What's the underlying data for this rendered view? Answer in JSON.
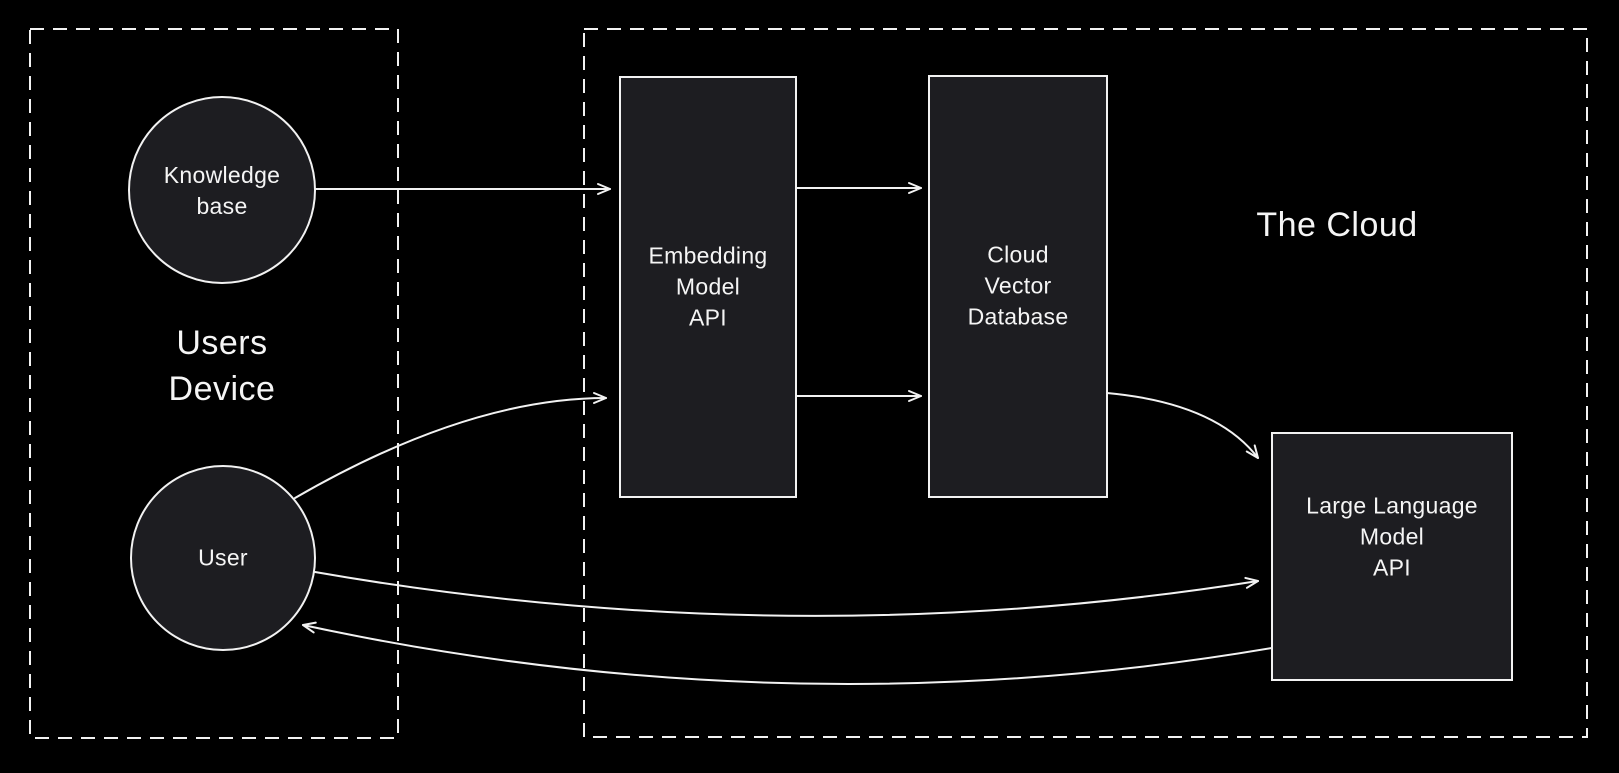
{
  "groups": {
    "users_device": {
      "label_lines": [
        "Users",
        "Device"
      ]
    },
    "cloud": {
      "label": "The Cloud"
    }
  },
  "nodes": {
    "knowledge_base": {
      "shape": "circle",
      "label_lines": [
        "Knowledge",
        "base"
      ]
    },
    "user": {
      "shape": "circle",
      "label_lines": [
        "User"
      ]
    },
    "embedding_model_api": {
      "shape": "rect",
      "label_lines": [
        "Embedding",
        "Model",
        "API"
      ]
    },
    "cloud_vector_database": {
      "shape": "rect",
      "label_lines": [
        "Cloud",
        "Vector",
        "Database"
      ]
    },
    "large_language_model_api": {
      "shape": "rect",
      "label_lines": [
        "Large Language",
        "Model",
        "API"
      ]
    }
  },
  "edges": [
    {
      "from": "knowledge_base",
      "to": "embedding_model_api",
      "style": "straight"
    },
    {
      "from": "embedding_model_api",
      "to": "cloud_vector_database",
      "style": "straight-upper"
    },
    {
      "from": "embedding_model_api",
      "to": "cloud_vector_database",
      "style": "straight-lower"
    },
    {
      "from": "user",
      "to": "embedding_model_api",
      "style": "curved"
    },
    {
      "from": "cloud_vector_database",
      "to": "large_language_model_api",
      "style": "curved"
    },
    {
      "from": "user",
      "to": "large_language_model_api",
      "style": "curved"
    },
    {
      "from": "large_language_model_api",
      "to": "user",
      "style": "curved"
    }
  ],
  "colors": {
    "background": "#000000",
    "node_fill": "#1d1d21",
    "stroke": "#f2f2f2",
    "text": "#f5f5f5"
  }
}
